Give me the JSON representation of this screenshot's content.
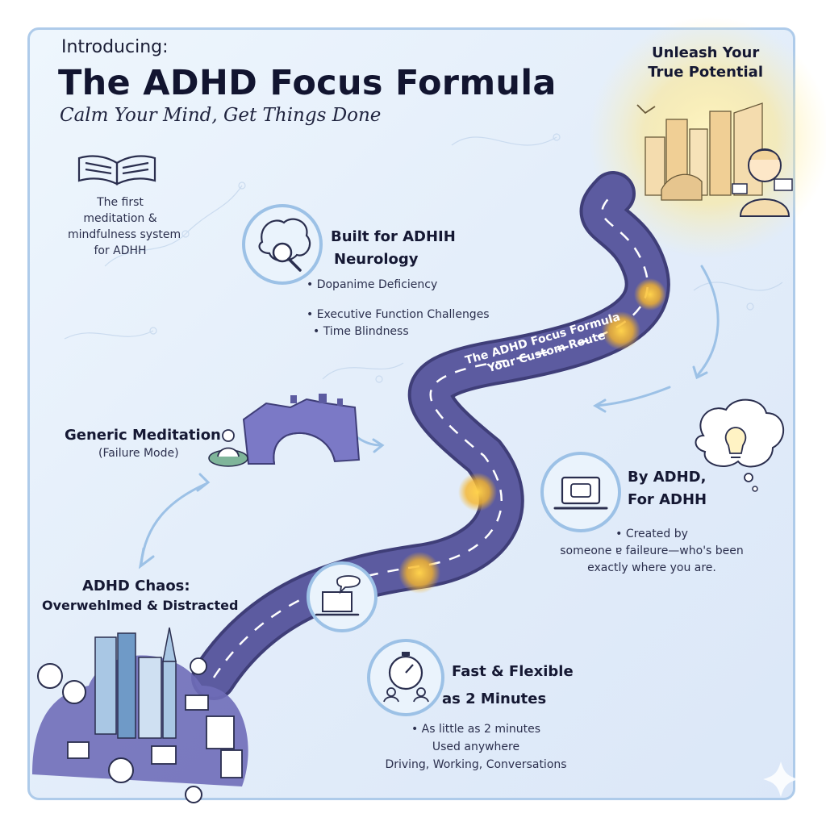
{
  "header": {
    "intro": "Introducing:",
    "title": "The ADHD Focus Formula",
    "subtitle": "Calm Your Mind, Get Things Done"
  },
  "book_note": {
    "icon": "open-book-icon",
    "lines": [
      "The first",
      "meditation &",
      "mindfulness system",
      "for ADHH"
    ]
  },
  "potential": {
    "lines": [
      "Unleash Your",
      "True Potential"
    ],
    "icon": "city-person-icon"
  },
  "neurology": {
    "icon": "brain-magnifier-icon",
    "title_lines": [
      "Built for ADHIH",
      "Neurology"
    ],
    "bullets": [
      "• Dopanime Deficiency",
      "• Executive Function Challenges",
      "• Time Blindness"
    ]
  },
  "generic": {
    "title": "Generic Meditation",
    "subtitle": "(Failure Mode)",
    "icon": "broken-bridge-icon"
  },
  "chaos": {
    "title": "ADHD Chaos:",
    "subtitle": "Overwehlmed & Distracted",
    "icon": "chaotic-city-icon"
  },
  "route": {
    "line1": "The ADHD Focus Formula",
    "line2": "Your Custom Route"
  },
  "by_adhd": {
    "icon": "laptop-icon",
    "bubble_icon": "lightbulb-icon",
    "title_lines": [
      "By ADHD,",
      "For ADHH"
    ],
    "body_lines": [
      "• Created by",
      "someone ɐ failɐure—who's been",
      "exactly where you are."
    ]
  },
  "fast": {
    "icon": "stopwatch-icon",
    "title_lines": [
      "Fast & Flexible",
      "as 2 Minutes"
    ],
    "bullets": [
      "• As little as 2 minutes",
      "Used anywhere",
      "Driving, Working, Conversations"
    ]
  },
  "laptop_stop": {
    "icon": "laptop-chat-icon"
  },
  "colors": {
    "road": "#5c5ba0",
    "road_edge": "#3f3e78",
    "accent_blue": "#9cc1e6",
    "glow": "#f6c545",
    "text": "#151833"
  }
}
